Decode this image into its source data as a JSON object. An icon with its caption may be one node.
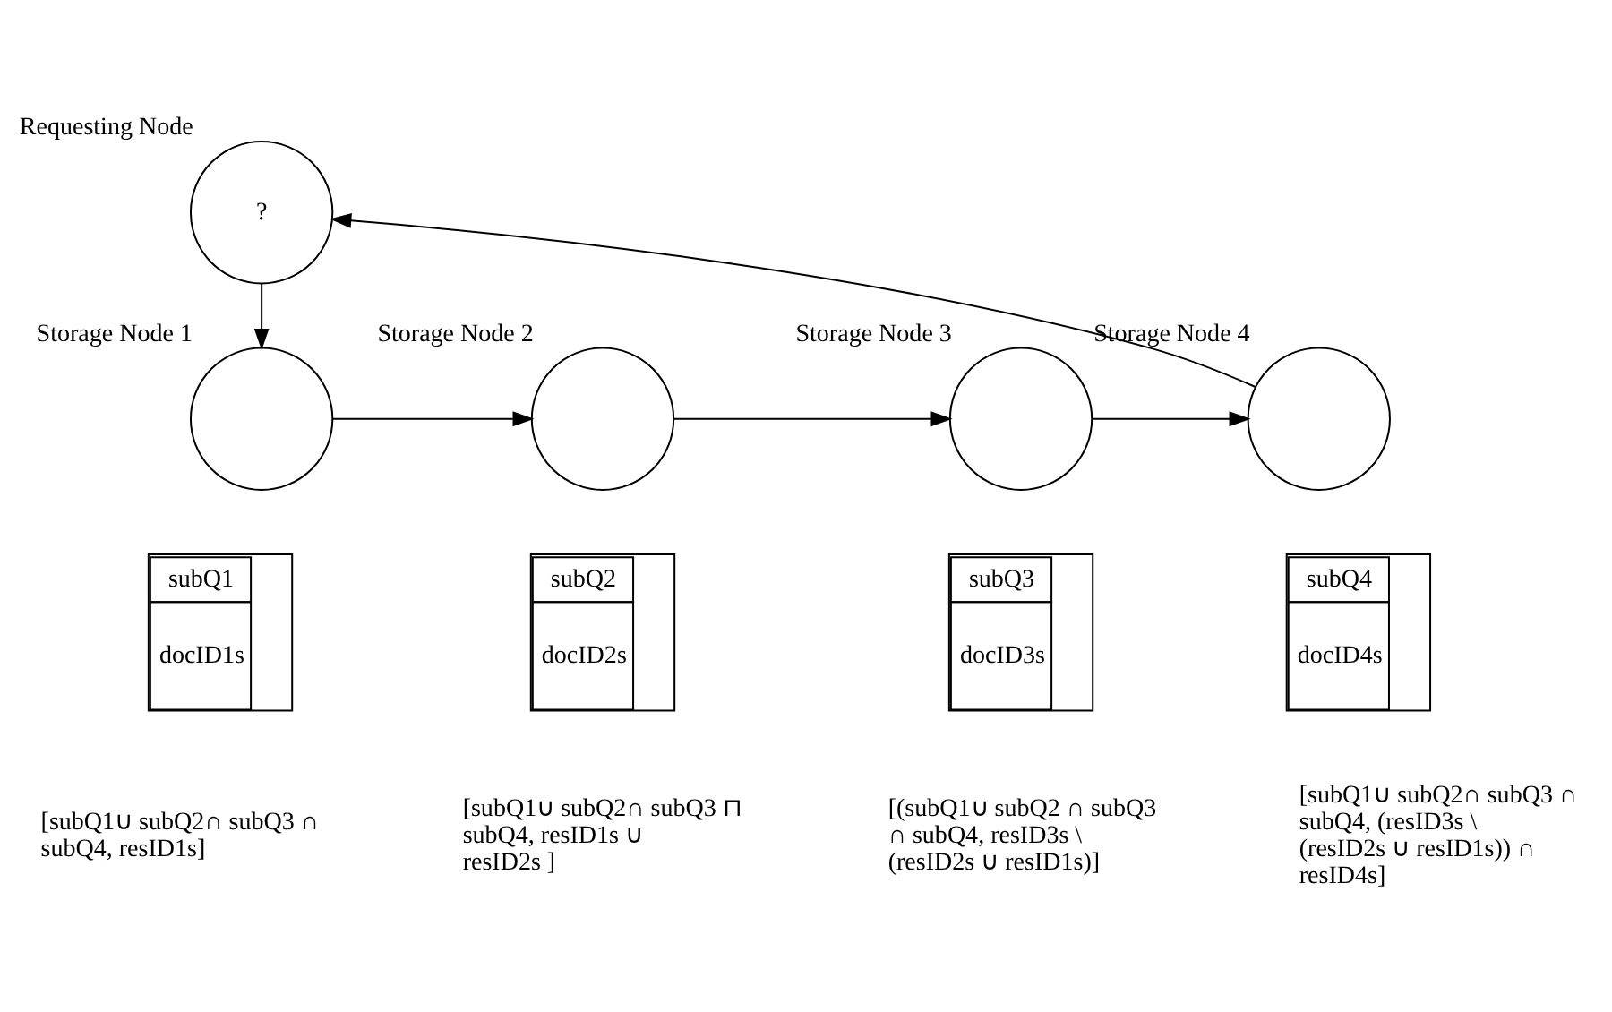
{
  "diagram": {
    "nodes": [
      {
        "text": [
          "?"
        ],
        "beside": [
          "Requesting Node"
        ]
      },
      {
        "text": [],
        "shape": "circle",
        "beside": [
          "Storage Node 1"
        ]
      },
      {
        "text": [],
        "shape": "circle",
        "beside": [
          "Storage Node 2"
        ]
      },
      {
        "text": [],
        "shape": "circle",
        "beside": [
          "Storage Node 3"
        ]
      },
      {
        "text": [],
        "shape": "circle",
        "beside": [
          "Storage Node 4"
        ]
      },
      {
        "text": [
          "subQ1",
          "docID1s"
        ],
        "beside": [
          "[subQ1∪ subQ2∩ subQ3 ∩ subQ4, resID1s]"
        ]
      },
      {
        "text": [
          "subQ2",
          "docID2s"
        ],
        "beside": [
          "[subQ1∪ subQ2∩ subQ3 ⊓ subQ4, resID1s ∪ resID2s ]"
        ]
      },
      {
        "text": [
          "subQ3",
          "docID3s"
        ],
        "beside": [
          "[(subQ1∪ subQ2 ∩ subQ3 ∩ subQ4, resID3s \\ (resID2s ∪ resID1s)]"
        ]
      },
      {
        "text": [
          "subQ4",
          "docID4s"
        ],
        "beside": [
          "[subQ1∪ subQ2∩ subQ3 ∩ subQ4, (resID3s \\ (resID2s ∪ resID1s)) ∩ resID4s]"
        ]
      }
    ],
    "edges": [
      {
        "from": 0,
        "to": 1,
        "arrow": "to"
      },
      {
        "from": 1,
        "to": 2,
        "arrow": "to"
      },
      {
        "from": 2,
        "to": 3,
        "arrow": "to"
      },
      {
        "from": 3,
        "to": 4,
        "arrow": "to"
      },
      {
        "from": 4,
        "to": 0,
        "arrow": "to"
      }
    ]
  }
}
